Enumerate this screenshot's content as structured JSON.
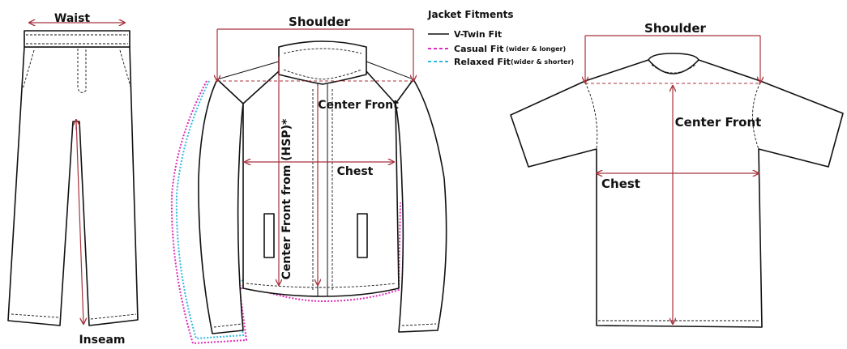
{
  "pants": {
    "waist_label": "Waist",
    "inseam_label": "Inseam"
  },
  "jacket": {
    "shoulder_label": "Shoulder",
    "center_front_label": "Center Front",
    "center_front_hsp_label": "Center Front from (HSP)*",
    "chest_label": "Chest"
  },
  "legend": {
    "title": "Jacket Fitments",
    "items": [
      {
        "label": "V-Twin Fit",
        "note": "",
        "color": "#111111"
      },
      {
        "label": "Casual Fit",
        "note": "(wider & longer)",
        "color": "#e02ab9"
      },
      {
        "label": "Relaxed Fit",
        "note": "(wider & shorter)",
        "color": "#2fb9df"
      }
    ]
  },
  "tshirt": {
    "shoulder_label": "Shoulder",
    "center_front_label": "Center Front",
    "chest_label": "Chest"
  },
  "colors": {
    "measure": "#a8323c",
    "outline": "#111111"
  }
}
